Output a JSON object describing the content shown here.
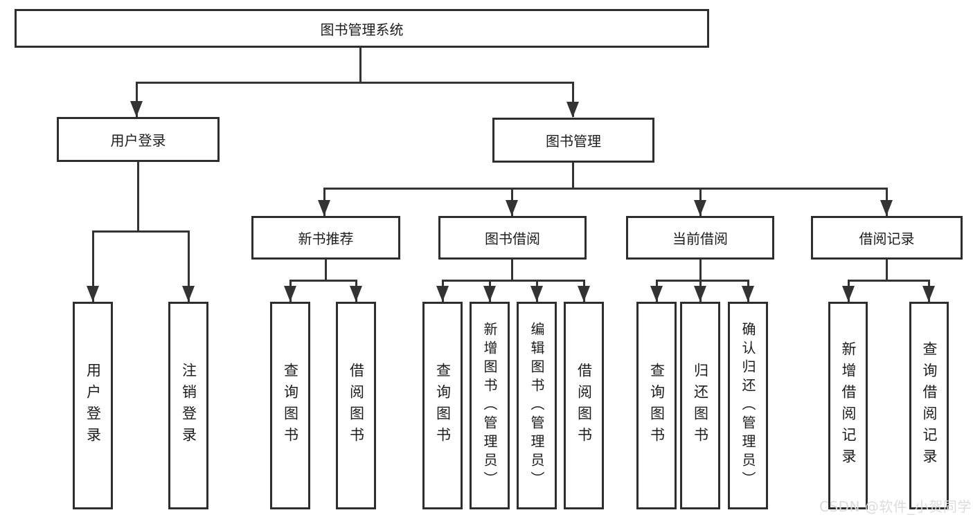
{
  "diagram": {
    "root": {
      "label": "图书管理系统"
    },
    "level2": [
      {
        "label": "用户登录"
      },
      {
        "label": "图书管理"
      }
    ],
    "level3": [
      {
        "label": "新书推荐"
      },
      {
        "label": "图书借阅"
      },
      {
        "label": "当前借阅"
      },
      {
        "label": "借阅记录"
      }
    ],
    "leaves": {
      "user_login": [
        {
          "label": "用户登录"
        },
        {
          "label": "注销登录"
        }
      ],
      "new_book": [
        {
          "label": "查询图书"
        },
        {
          "label": "借阅图书"
        }
      ],
      "book_borrow": [
        {
          "label": "查询图书"
        },
        {
          "label": "新增图书（管理员）"
        },
        {
          "label": "编辑图书（管理员）"
        },
        {
          "label": "借阅图书"
        }
      ],
      "current_borrow": [
        {
          "label": "查询图书"
        },
        {
          "label": "归还图书"
        },
        {
          "label": "确认归还（管理员）"
        }
      ],
      "borrow_record": [
        {
          "label": "新增借阅记录"
        },
        {
          "label": "查询借阅记录"
        }
      ]
    },
    "watermark": "CSDN @软件_小贺同学",
    "colors": {
      "line": "#333333",
      "border": "#2e2e2e",
      "text": "#1c1c1c",
      "background": "#ffffff",
      "watermark": "#dcdcdc"
    }
  }
}
